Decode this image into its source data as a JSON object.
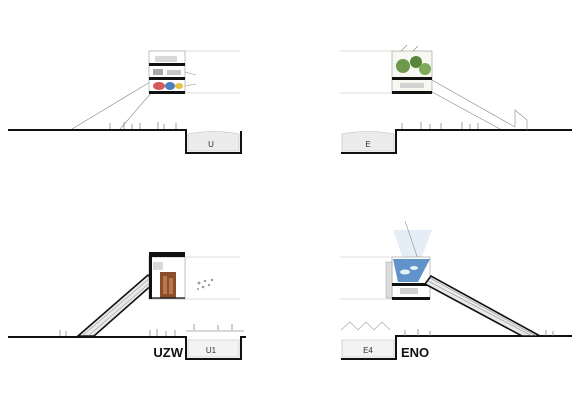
{
  "sections": {
    "top_left": {
      "pit_label": "U"
    },
    "top_right": {
      "pit_label": "E"
    },
    "bottom_left": {
      "caption": "UZW",
      "pit_label": "U1"
    },
    "bottom_right": {
      "caption": "ENO",
      "pit_label": "E4"
    }
  },
  "colors": {
    "ink": "#111111",
    "thin_line": "#9a9a9a",
    "pit_fill": "#ececec",
    "plant_green": "#6f9a4e",
    "sky_blue": "#5f93c9",
    "wood_brown": "#8a4e2c"
  }
}
